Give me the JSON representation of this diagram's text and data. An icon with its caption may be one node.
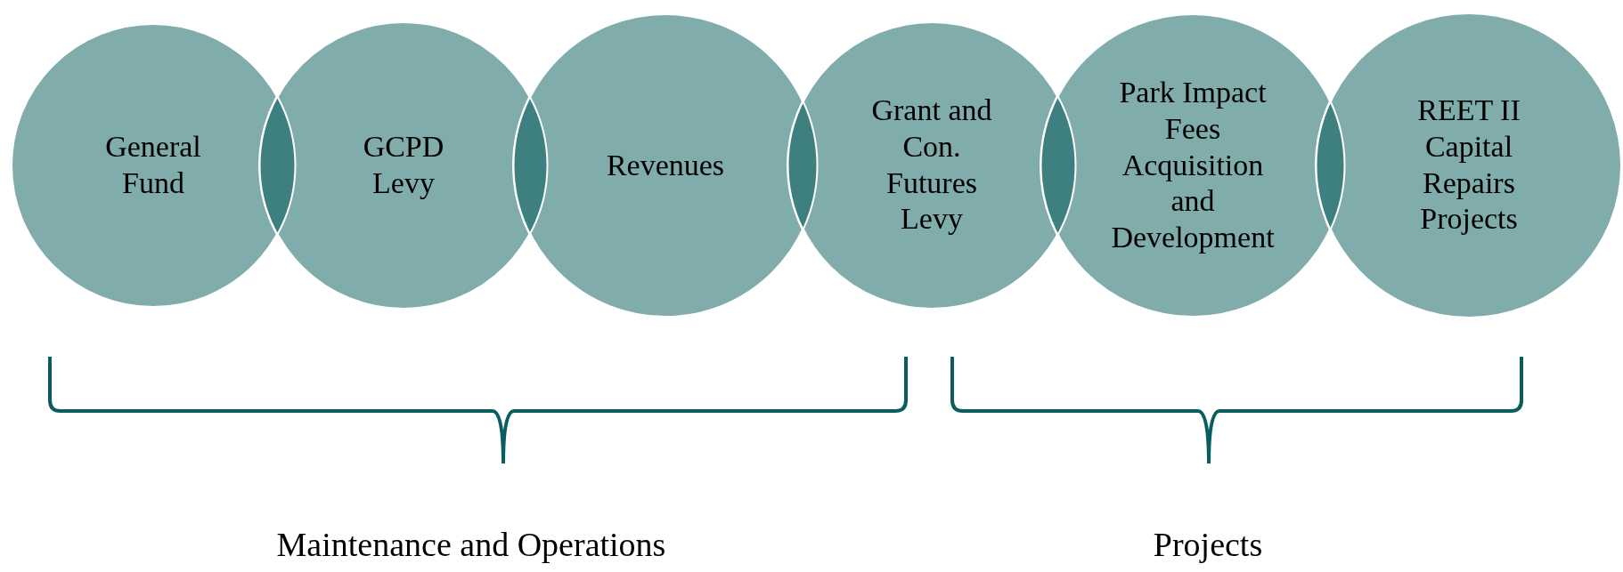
{
  "diagram": {
    "nodes": [
      {
        "text": [
          "General Fund"
        ]
      },
      {
        "text": [
          "GCPD Levy"
        ]
      },
      {
        "text": [
          "Revenues"
        ]
      },
      {
        "text": [
          "Grant and Con. Futures Levy"
        ]
      },
      {
        "text": [
          "Park Impact Fees Acquisition and Development"
        ]
      },
      {
        "text": [
          "REET II Capital Repairs Projects"
        ]
      }
    ],
    "labels": [
      "Maintenance and Operations",
      "Projects"
    ]
  }
}
